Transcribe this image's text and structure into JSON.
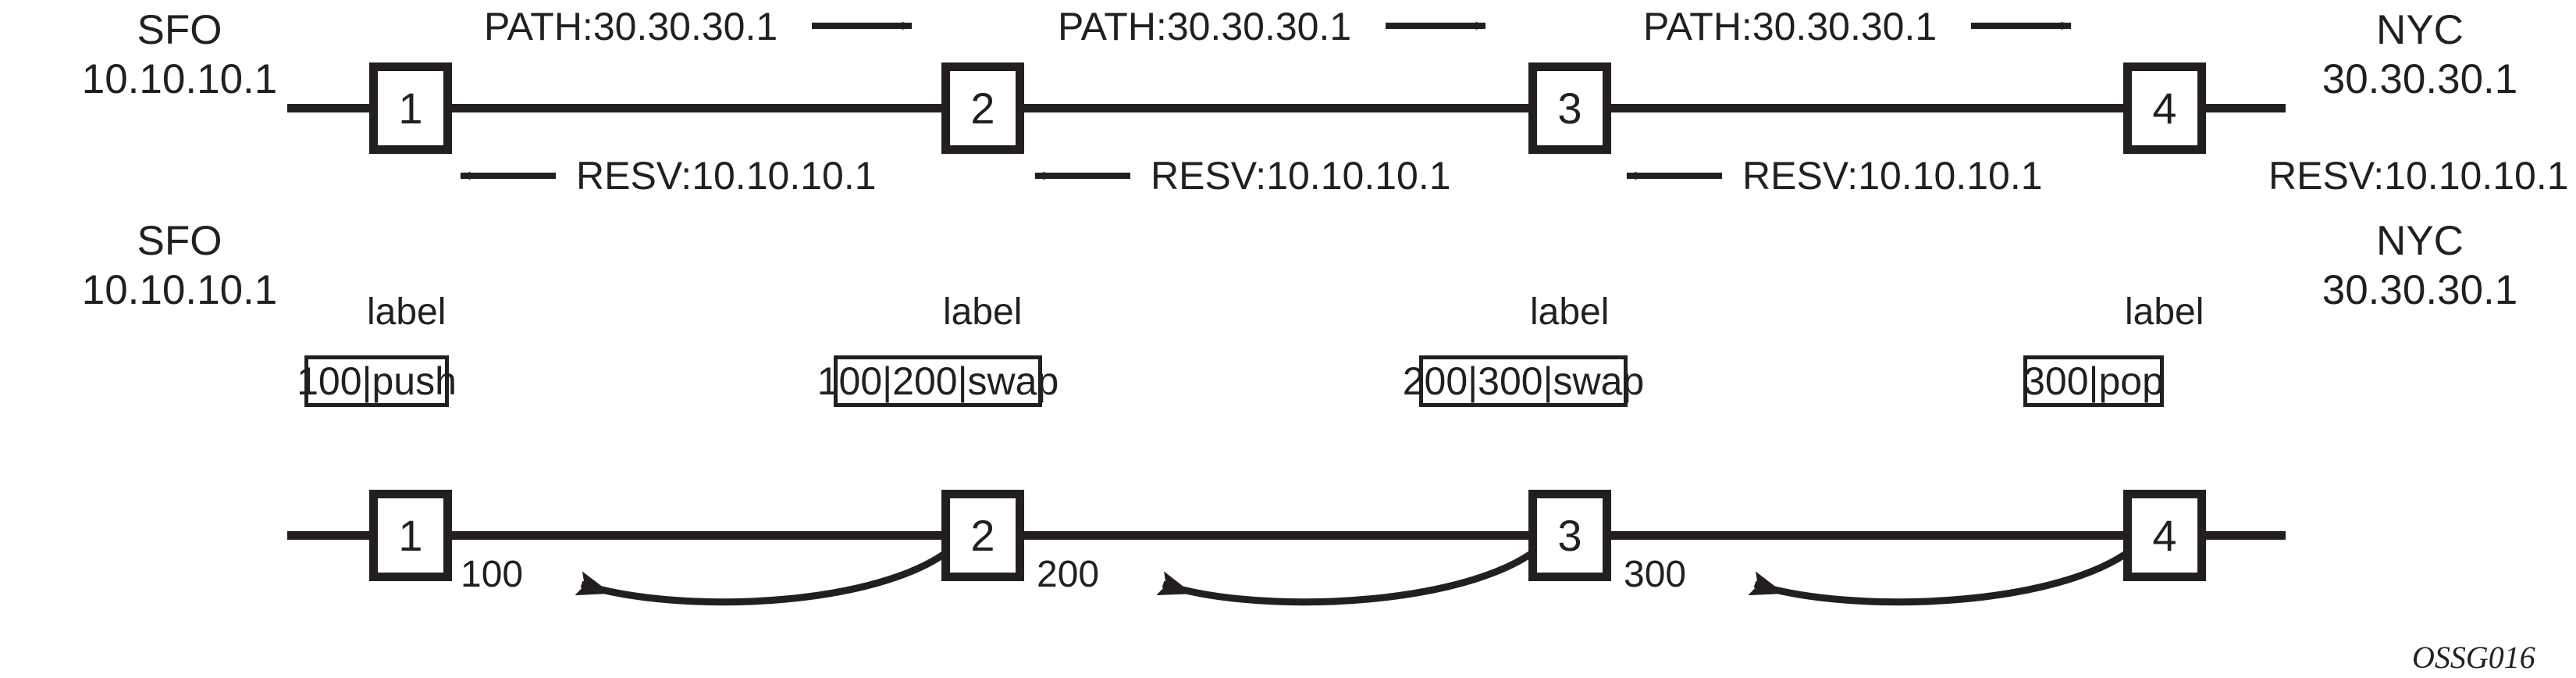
{
  "diagram": {
    "figure_id": "OSSG016",
    "ink_color": "#231f20",
    "background": "#ffffff",
    "top_row": {
      "left_endpoint": {
        "city": "SFO",
        "ip": "10.10.10.1"
      },
      "right_endpoint": {
        "city": "NYC",
        "ip": "30.30.30.1",
        "extra": "RESV:10.10.10.1"
      },
      "nodes": [
        {
          "id": "1"
        },
        {
          "id": "2"
        },
        {
          "id": "3"
        },
        {
          "id": "4"
        }
      ],
      "links": [
        {
          "path_msg": "PATH:30.30.30.1",
          "resv_msg": "RESV:10.10.10.1"
        },
        {
          "path_msg": "PATH:30.30.30.1",
          "resv_msg": "RESV:10.10.10.1"
        },
        {
          "path_msg": "PATH:30.30.30.1",
          "resv_msg": "RESV:10.10.10.1"
        }
      ]
    },
    "bottom_row": {
      "left_endpoint": {
        "city": "SFO",
        "ip": "10.10.10.1"
      },
      "right_endpoint": {
        "city": "NYC",
        "ip": "30.30.30.1"
      },
      "nodes": [
        {
          "id": "1"
        },
        {
          "id": "2"
        },
        {
          "id": "3"
        },
        {
          "id": "4"
        }
      ],
      "label_caption": "label",
      "label_ops": [
        {
          "caption": "label",
          "value": "100|push"
        },
        {
          "caption": "label",
          "value": "100|200|swap"
        },
        {
          "caption": "label",
          "value": "200|300|swap"
        },
        {
          "caption": "label",
          "value": "300|pop"
        }
      ],
      "label_values": [
        {
          "value": "100"
        },
        {
          "value": "200"
        },
        {
          "value": "300"
        }
      ]
    }
  }
}
